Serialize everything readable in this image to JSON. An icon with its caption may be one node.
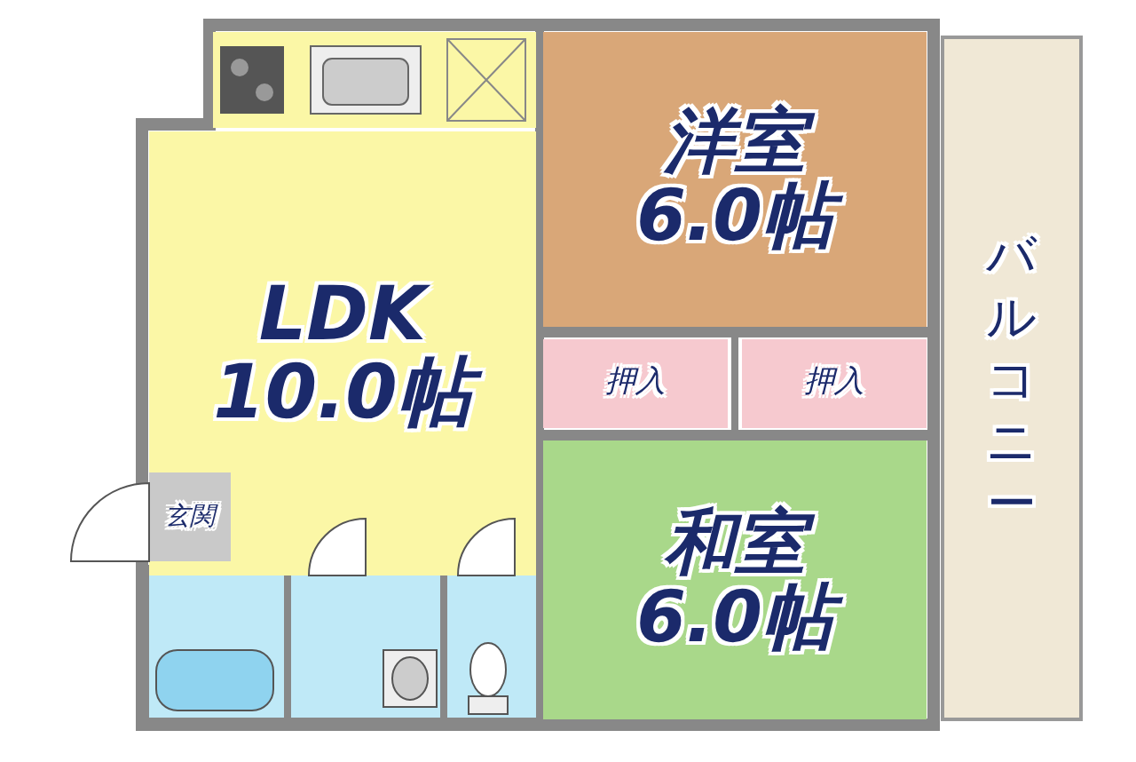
{
  "diagram": {
    "nodes": [
      {
        "text": [
          "LDK 10.0帖"
        ]
      },
      {
        "text": [
          "洋室 6.0帖"
        ]
      },
      {
        "text": [
          "押入"
        ]
      },
      {
        "text": [
          "押入"
        ]
      },
      {
        "text": [
          "和室 6.0帖"
        ]
      },
      {
        "text": [
          "玄関"
        ],
        "in": 0
      },
      {
        "text": [
          "バルコニー"
        ]
      }
    ],
    "edges": []
  }
}
